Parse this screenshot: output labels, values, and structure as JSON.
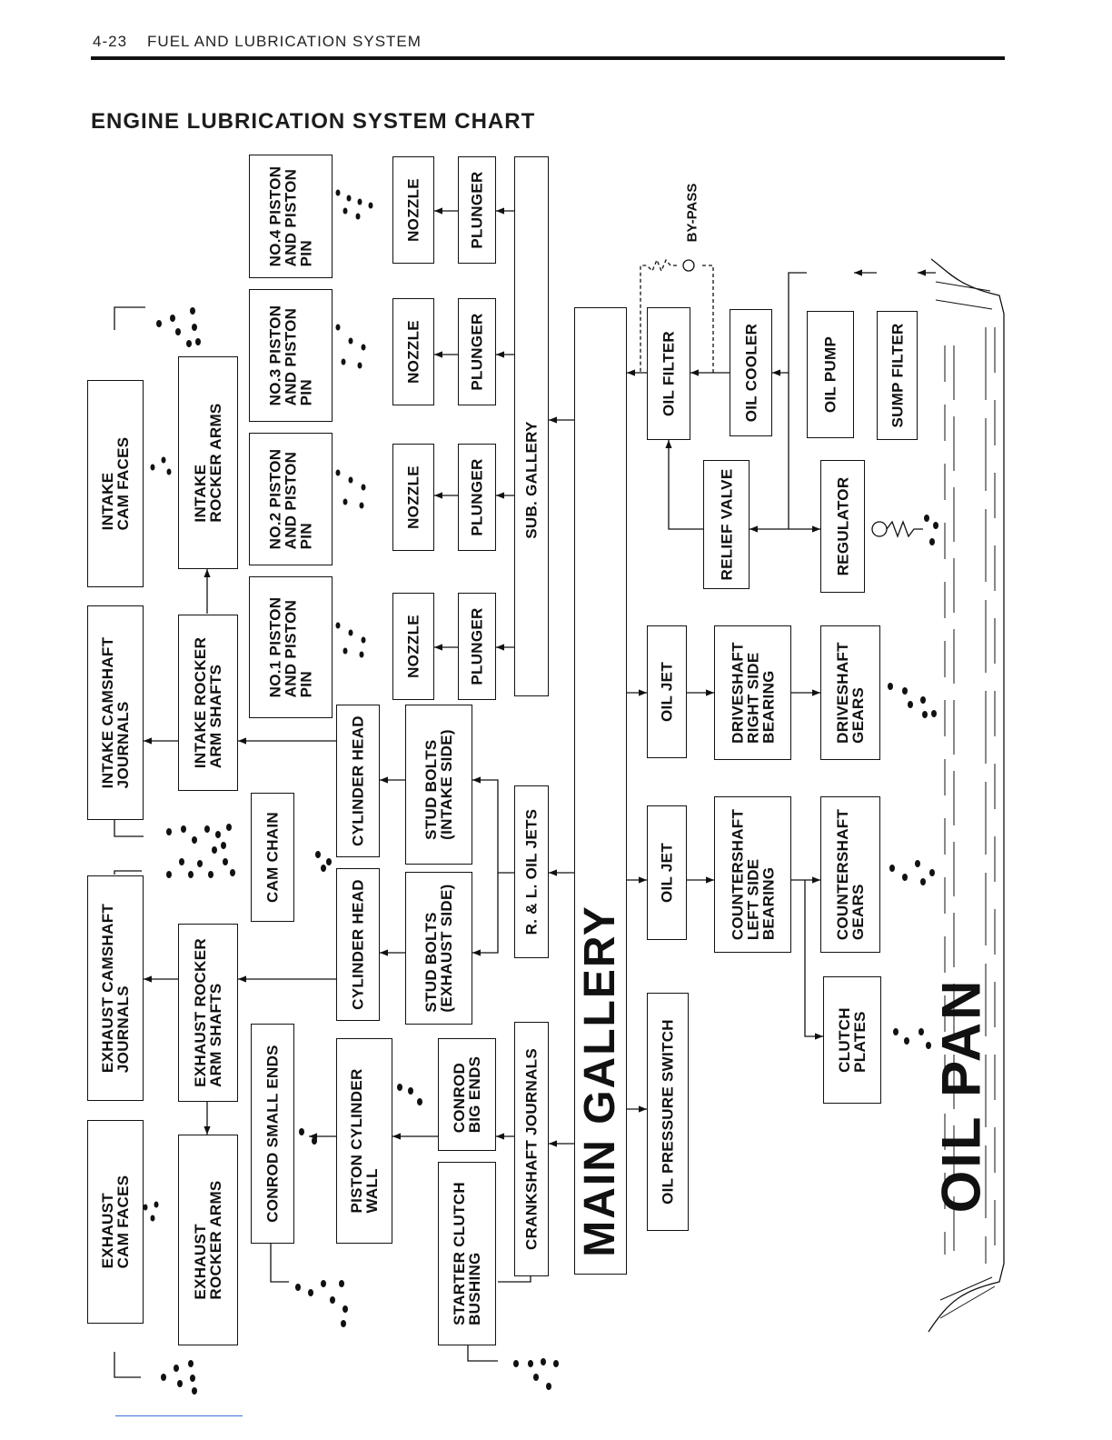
{
  "header": {
    "page_number": "4-23",
    "section": "FUEL AND LUBRICATION SYSTEM"
  },
  "title": "ENGINE LUBRICATION SYSTEM CHART",
  "boxes": {
    "intake_cam_faces": "INTAKE\nCAM FACES",
    "intake_rocker_arms": "INTAKE\nROCKER ARMS",
    "intake_camshaft_journals": "INTAKE CAMSHAFT\nJOURNALS",
    "intake_rocker_arm_shafts": "INTAKE ROCKER\nARM SHAFTS",
    "exhaust_camshaft_journals": "EXHAUST CAMSHAFT\nJOURNALS",
    "exhaust_rocker_arm_shafts": "EXHAUST ROCKER\nARM SHAFTS",
    "exhaust_cam_faces": "EXHAUST\nCAM FACES",
    "exhaust_rocker_arms": "EXHAUST\nROCKER ARMS",
    "no4_piston": "NO.4 PISTON\nAND PISTON\nPIN",
    "no3_piston": "NO.3 PISTON\nAND PISTON\nPIN",
    "no2_piston": "NO.2 PISTON\nAND PISTON\nPIN",
    "no1_piston": "NO.1 PISTON\nAND PISTON\nPIN",
    "nozzle_4": "NOZZLE",
    "nozzle_3": "NOZZLE",
    "nozzle_2": "NOZZLE",
    "nozzle_1": "NOZZLE",
    "plunger_4": "PLUNGER",
    "plunger_3": "PLUNGER",
    "plunger_2": "PLUNGER",
    "plunger_1": "PLUNGER",
    "sub_gallery": "SUB. GALLERY",
    "cam_chain": "CAM CHAIN",
    "cylinder_head_intake": "CYLINDER HEAD",
    "cylinder_head_exhaust": "CYLINDER HEAD",
    "stud_bolts_intake": "STUD BOLTS\n(INTAKE SIDE)",
    "stud_bolts_exhaust": "STUD BOLTS\n(EXHAUST SIDE)",
    "rl_oil_jets": "R. & L. OIL JETS",
    "conrod_small_ends": "CONROD SMALL ENDS",
    "piston_cylinder_wall": "PISTON CYLINDER\nWALL",
    "conrod_big_ends": "CONROD\nBIG ENDS",
    "crankshaft_journals": "CRANKSHAFT JOURNALS",
    "starter_clutch_bushing": "STARTER CLUTCH\nBUSHING",
    "main_gallery": "MAIN GALLERY",
    "oil_filter": "OIL FILTER",
    "oil_cooler": "OIL COOLER",
    "oil_pump": "OIL PUMP",
    "sump_filter": "SUMP FILTER",
    "relief_valve": "RELIEF VALVE",
    "regulator": "REGULATOR",
    "oil_jet_right": "OIL JET",
    "oil_jet_left": "OIL JET",
    "driveshaft_bearing": "DRIVESHAFT\nRIGHT SIDE\nBEARING",
    "driveshaft_gears": "DRIVESHAFT\nGEARS",
    "countershaft_bearing": "COUNTERSHAFT\nLEFT SIDE\nBEARING",
    "countershaft_gears": "COUNTERSHAFT\nGEARS",
    "clutch_plates": "CLUTCH\nPLATES",
    "oil_pressure_switch": "OIL PRESSURE SWITCH"
  },
  "by_pass": "BY-PASS",
  "oil_pan": "OIL PAN"
}
